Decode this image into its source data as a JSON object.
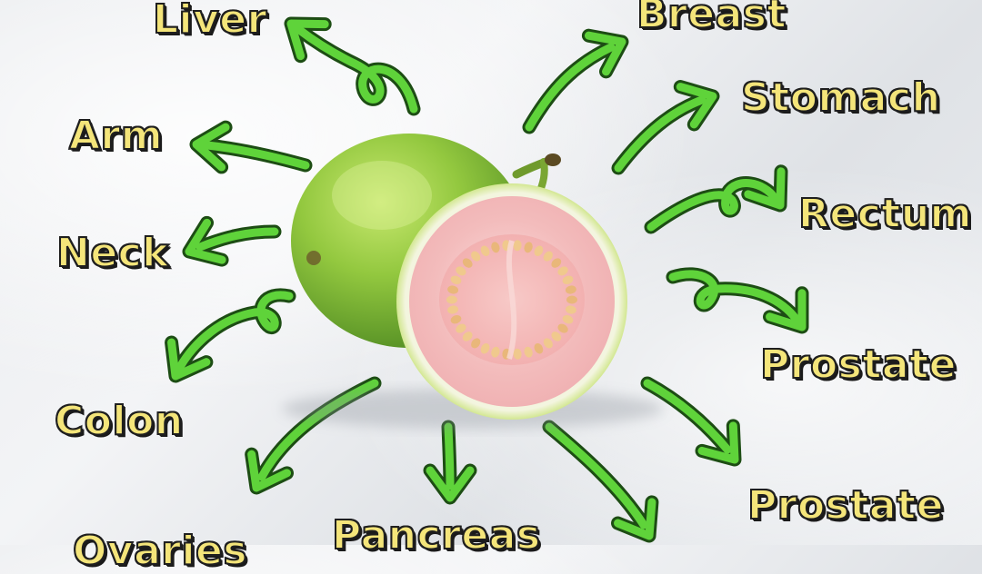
{
  "labels": {
    "liver": "Liver",
    "breast": "Breast",
    "arm": "Arm",
    "stomach": "Stomach",
    "rectum": "Rectum",
    "neck": "Neck",
    "prostate_upper": "Prostate",
    "colon": "Colon",
    "prostate_lower": "Prostate",
    "ovaries": "Ovaries",
    "pancreas": "Pancreas"
  },
  "colors": {
    "label_fill": "#f4e57a",
    "label_outline": "#1f1f1f",
    "arrow_fill": "#5fd33a",
    "arrow_outline": "#1d4d14",
    "guava_skin": "#8fc63e",
    "guava_flesh": "#f2b9b7"
  },
  "image": {
    "subject": "guava-whole-and-halved"
  }
}
